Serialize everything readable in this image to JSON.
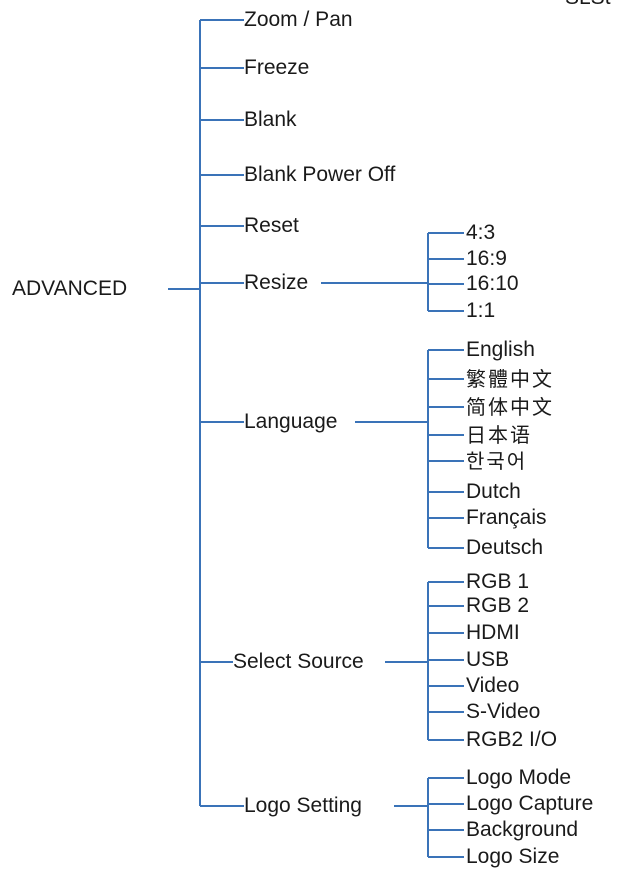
{
  "corner_text": "SLSt",
  "root": {
    "label": "ADVANCED"
  },
  "items": [
    {
      "label": "Zoom / Pan"
    },
    {
      "label": "Freeze"
    },
    {
      "label": "Blank"
    },
    {
      "label": "Blank Power Off"
    },
    {
      "label": "Reset"
    },
    {
      "label": "Resize",
      "children": [
        "4:3",
        "16:9",
        "16:10",
        "1:1"
      ]
    },
    {
      "label": "Language",
      "children": [
        "English",
        "繁體中文",
        "简体中文",
        "日本语",
        "한국어",
        "Dutch",
        "Français",
        "Deutsch"
      ]
    },
    {
      "label": "Select Source",
      "children": [
        "RGB 1",
        "RGB 2",
        "HDMI",
        "USB",
        "Video",
        "S-Video",
        "RGB2 I/O"
      ]
    },
    {
      "label": "Logo Setting",
      "children": [
        "Logo Mode",
        "Logo Capture",
        "Background",
        "Logo Size"
      ]
    }
  ],
  "line_color": "#3a73b8"
}
